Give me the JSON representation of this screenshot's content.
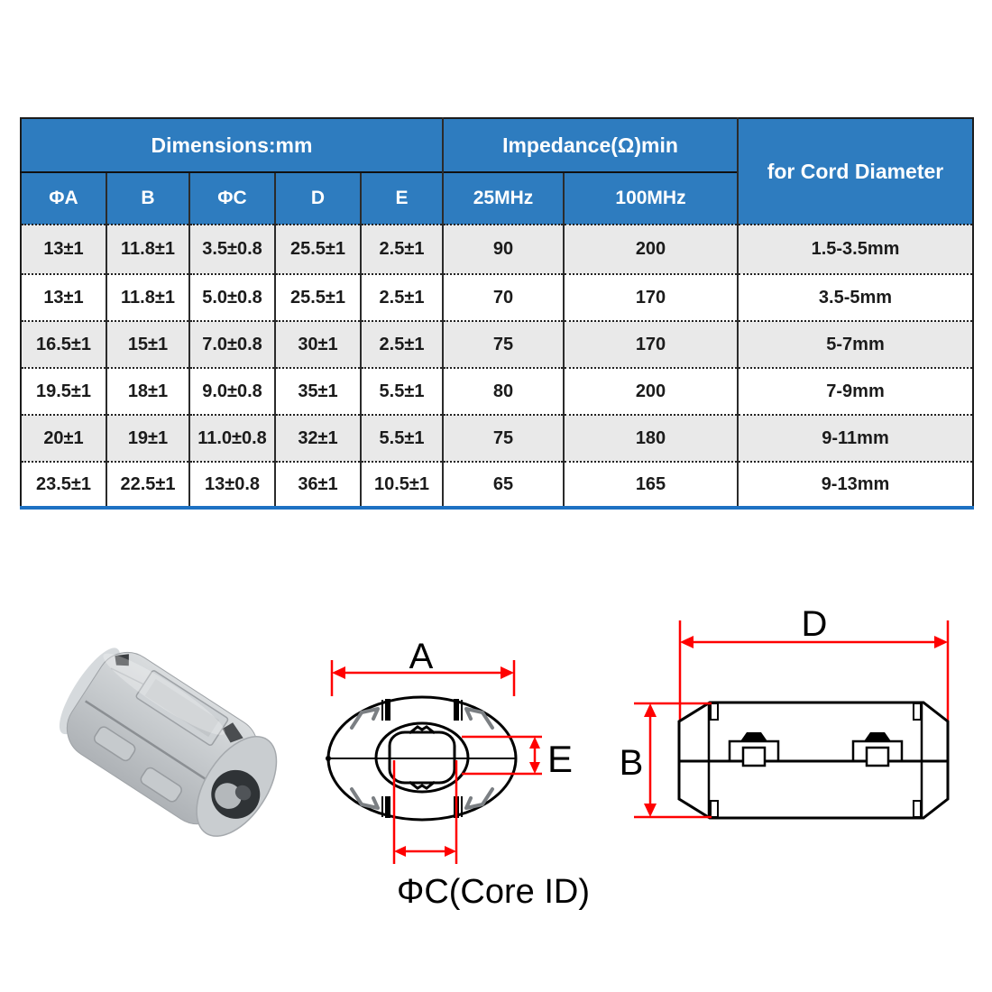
{
  "table": {
    "header_groups": [
      {
        "label": "Dimensions:mm"
      },
      {
        "label": "Impedance(Ω)min"
      },
      {
        "label": "for Cord Diameter"
      }
    ],
    "sub_headers": [
      "ΦA",
      "B",
      "ΦC",
      "D",
      "E",
      "25MHz",
      "100MHz"
    ],
    "rows": [
      [
        "13±1",
        "11.8±1",
        "3.5±0.8",
        "25.5±1",
        "2.5±1",
        "90",
        "200",
        "1.5-3.5mm"
      ],
      [
        "13±1",
        "11.8±1",
        "5.0±0.8",
        "25.5±1",
        "2.5±1",
        "70",
        "170",
        "3.5-5mm"
      ],
      [
        "16.5±1",
        "15±1",
        "7.0±0.8",
        "30±1",
        "2.5±1",
        "75",
        "170",
        "5-7mm"
      ],
      [
        "19.5±1",
        "18±1",
        "9.0±0.8",
        "35±1",
        "5.5±1",
        "80",
        "200",
        "7-9mm"
      ],
      [
        "20±1",
        "19±1",
        "11.0±0.8",
        "32±1",
        "5.5±1",
        "75",
        "180",
        "9-11mm"
      ],
      [
        "23.5±1",
        "22.5±1",
        "13±0.8",
        "36±1",
        "10.5±1",
        "65",
        "165",
        "9-13mm"
      ]
    ],
    "colors": {
      "header_bg": "#2e7cbf",
      "row_alt_bg": "#e9e9e9",
      "phiC_text": "#3d87c8",
      "bottom_border": "#1d71c3"
    }
  },
  "diagrams": {
    "dimension_color": "#ff0000",
    "front_view": {
      "labels": {
        "a": "A",
        "e": "E",
        "core": "ΦC(Core ID)"
      }
    },
    "side_view": {
      "labels": {
        "d": "D",
        "b": "B"
      }
    }
  }
}
